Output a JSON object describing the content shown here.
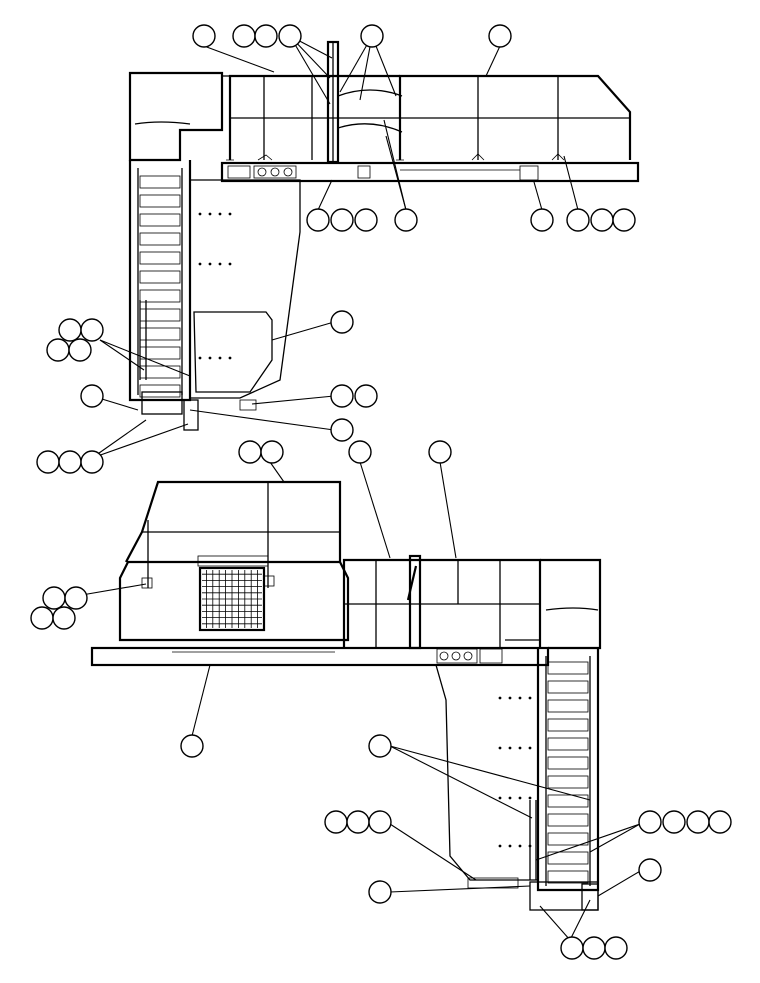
{
  "figure": {
    "type": "parts-diagram",
    "views": [
      "upper-platform-and-stairway",
      "lower-platform-and-stairway"
    ],
    "callout_bubble_text": "",
    "colors": {
      "line": "#000000",
      "background": "#ffffff"
    }
  }
}
